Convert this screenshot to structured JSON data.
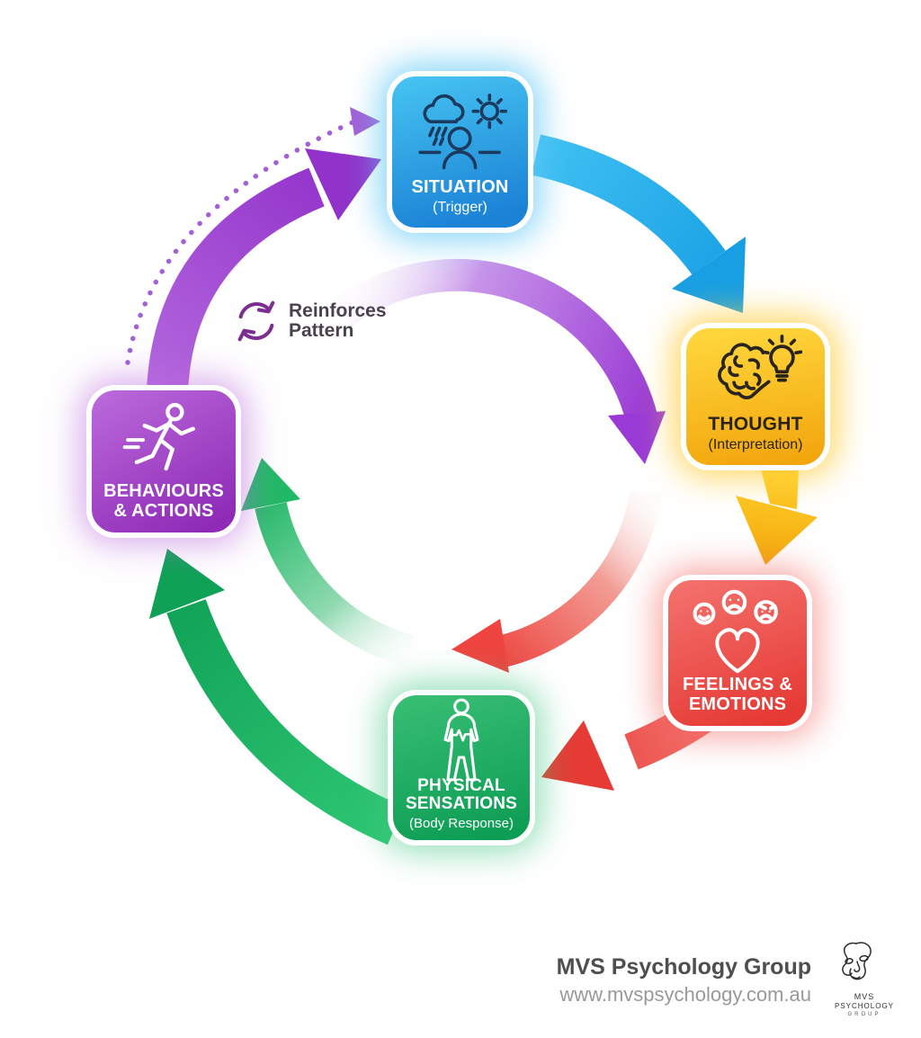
{
  "diagram_title": "CBT cycle (Situation / Thought / Feelings / Physical Sensations / Behaviours)",
  "nodes": {
    "situation": {
      "line1": "SITUATION",
      "sub": "(Trigger)"
    },
    "thought": {
      "line1": "THOUGHT",
      "sub": "(Interpretation)"
    },
    "feelings": {
      "line1": "FEELINGS &",
      "line2": "EMOTIONS"
    },
    "physical": {
      "line1": "PHYSICAL",
      "line2": "SENSATIONS",
      "sub": "(Body Response)"
    },
    "behaviours": {
      "line1": "BEHAVIOURS",
      "line2": "& ACTIONS"
    }
  },
  "center_label": {
    "line1": "Reinforces",
    "line2": "Pattern"
  },
  "footer": {
    "brand": "MVS Psychology Group",
    "website": "www.mvspsychology.com.au"
  },
  "logo": {
    "line1": "MVS",
    "line2": "PSYCHOLOGY",
    "line3": "GROUP"
  },
  "colors": {
    "situation_blue": "#1B82D6",
    "thought_yellow": "#F2A60C",
    "feelings_red": "#E63A35",
    "physical_green": "#0E9D55",
    "behaviours_purple": "#8E2AB6",
    "arrow_blue": "#29B2EF",
    "arrow_yellow": "#FFC20E",
    "arrow_red": "#EE4540",
    "arrow_green": "#17B463",
    "arrow_purple": "#9B35CF",
    "label_dark": "#4A4150"
  }
}
